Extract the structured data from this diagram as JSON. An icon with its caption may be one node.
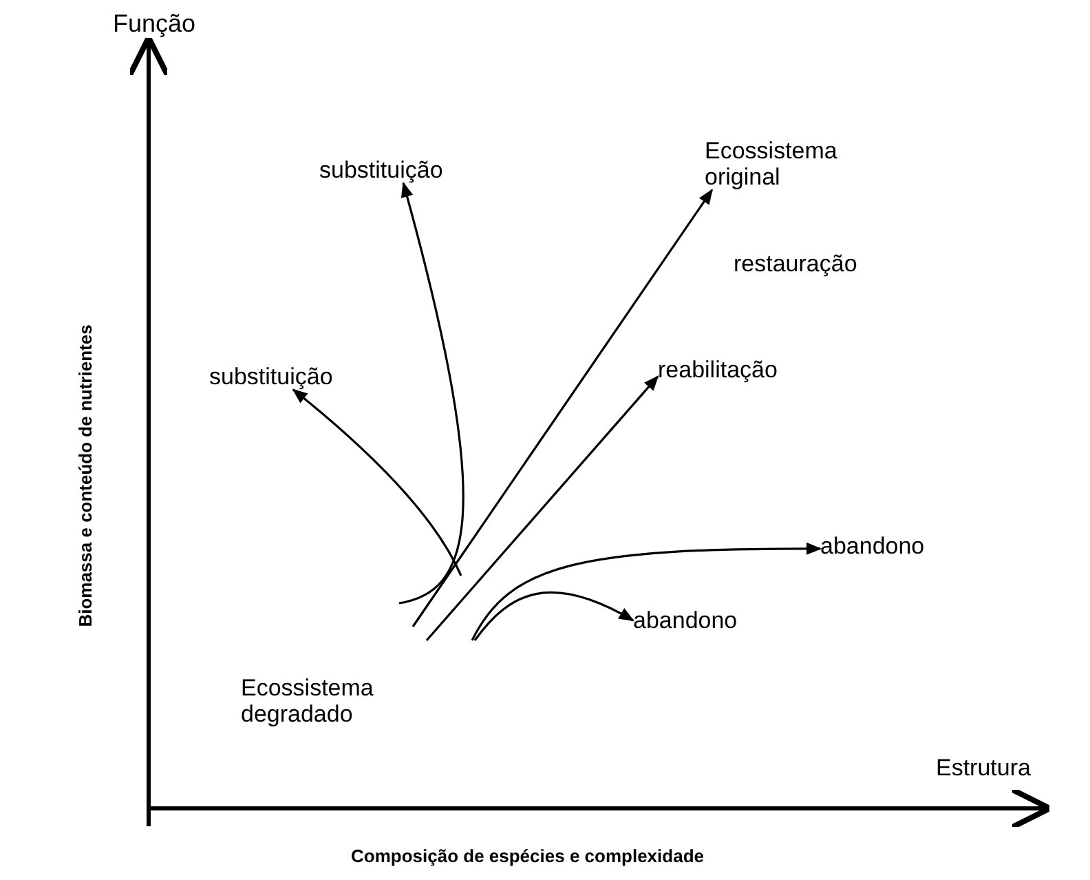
{
  "diagram": {
    "nodes": [
      {
        "text": [
          "Ecossistema original"
        ]
      },
      {
        "text": [
          "substituição"
        ]
      },
      {
        "text": [
          "substituição"
        ]
      },
      {
        "text": [
          "reabilitação"
        ]
      },
      {
        "text": [
          "abandono"
        ]
      },
      {
        "text": [
          "abandono"
        ]
      }
    ],
    "edges": [
      {
        "from": null,
        "to": 0,
        "arrow": "to",
        "label": "restauração"
      },
      {
        "from": null,
        "to": 1,
        "arrow": "to"
      },
      {
        "from": null,
        "to": 2,
        "arrow": "to"
      },
      {
        "from": null,
        "to": 3,
        "arrow": "to"
      },
      {
        "from": null,
        "to": 4,
        "arrow": "to"
      },
      {
        "from": null,
        "to": 5,
        "arrow": "to"
      }
    ],
    "labels": [
      "Função",
      "Biomassa e conteúdo de nutrientes",
      "Ecossistema degradado",
      "Estrutura",
      "Composição de espécies e complexidade"
    ]
  }
}
